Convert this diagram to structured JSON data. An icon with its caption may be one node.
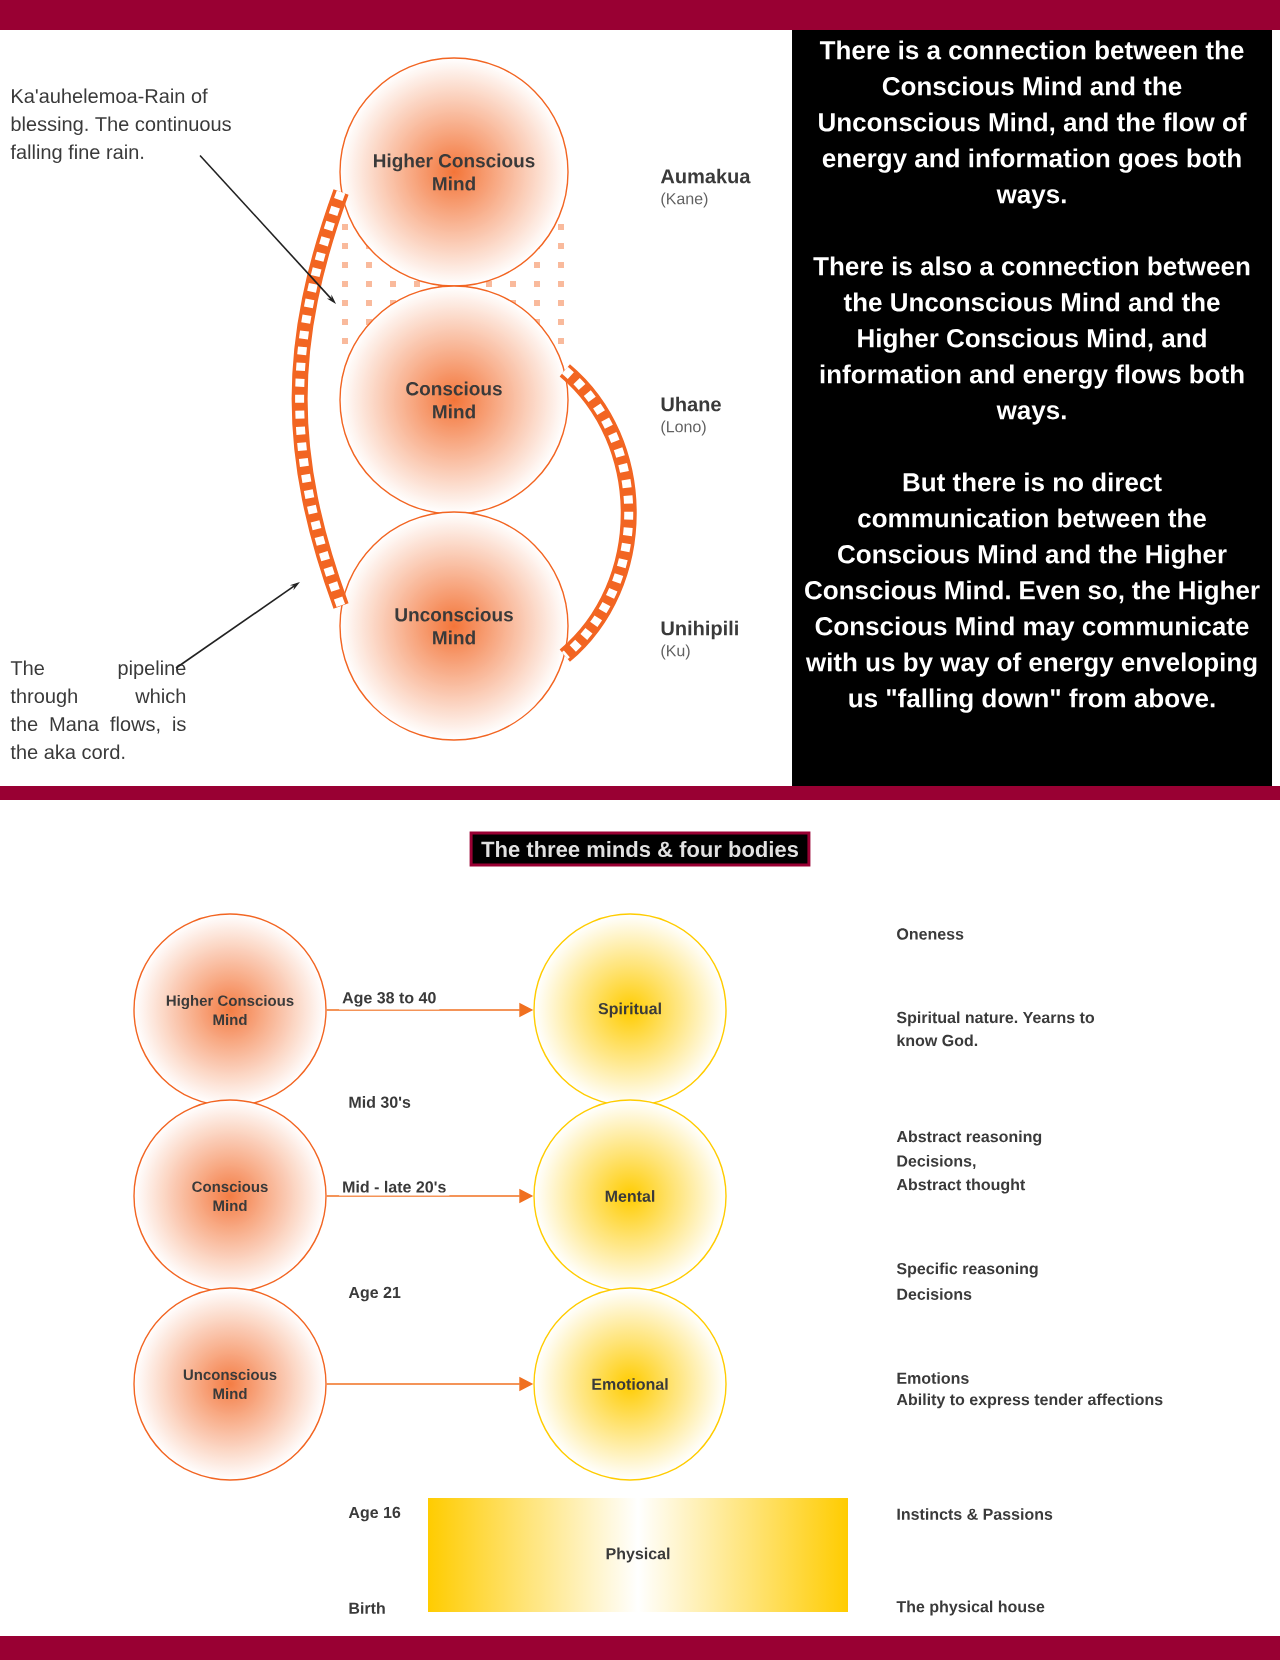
{
  "diagram": {
    "title": "The three minds & four bodies",
    "nodes": [
      {
        "text": [
          "Higher Conscious Mind"
        ]
      },
      {
        "text": [
          "Conscious Mind"
        ]
      },
      {
        "text": [
          "Unconscious Mind"
        ]
      },
      {
        "text": [
          "Ka'auhelemoa-Rain of blessing. The continuous falling fine rain."
        ]
      },
      {
        "text": [
          "The pipeline through which the Mana flows, is the aka cord."
        ]
      },
      {
        "text": [
          "Higher Conscious Mind"
        ]
      },
      {
        "text": [
          "Conscious Mind"
        ]
      },
      {
        "text": [
          "Unconscious Mind"
        ]
      },
      {
        "text": [
          "Spiritual"
        ]
      },
      {
        "text": [
          "Mental"
        ]
      },
      {
        "text": [
          "Emotional"
        ]
      },
      {
        "text": [
          "Physical"
        ]
      }
    ],
    "edges": [
      {
        "from": 0,
        "to": 2,
        "arrow": "none",
        "style": "thick",
        "color": "#f26522"
      },
      {
        "from": 1,
        "to": 2,
        "arrow": "none",
        "style": "thick",
        "color": "#f26522"
      },
      {
        "from": 3,
        "to": null,
        "arrow": "to",
        "color": "#222222"
      },
      {
        "from": 4,
        "to": null,
        "arrow": "to",
        "color": "#222222"
      },
      {
        "from": 5,
        "to": 8,
        "arrow": "to",
        "label": "Age 38 to 40",
        "color": "#f07020"
      },
      {
        "from": 6,
        "to": 9,
        "arrow": "to",
        "label": "Mid - late 20's",
        "color": "#f07020"
      },
      {
        "from": 7,
        "to": 10,
        "arrow": "to",
        "color": "#f07020"
      }
    ],
    "labels": [
      "Aumakua",
      "(Kane)",
      "Uhane",
      "(Lono)",
      "Unihipili",
      "(Ku)",
      "There is a connection between the Conscious Mind and the Unconscious Mind, and the flow of energy and information goes both ways.",
      "There is also a connection between the Unconscious Mind and the Higher Conscious Mind, and information and energy flows both ways.",
      "But there is no direct communication between the Conscious Mind and the Higher Conscious Mind. Even so, the Higher Conscious Mind may communicate with us by way of energy enveloping us \"falling down\" from above.",
      "Oneness",
      "Spiritual nature. Yearns to know God.",
      "Mid 30's",
      "Abstract reasoning",
      "Decisions,",
      "Abstract thought",
      "Age 21",
      "Specific reasoning",
      "Decisions",
      "Emotions",
      "Ability to express tender affections",
      "Age 16",
      "Instincts & Passions",
      "Birth",
      "The physical house"
    ]
  }
}
